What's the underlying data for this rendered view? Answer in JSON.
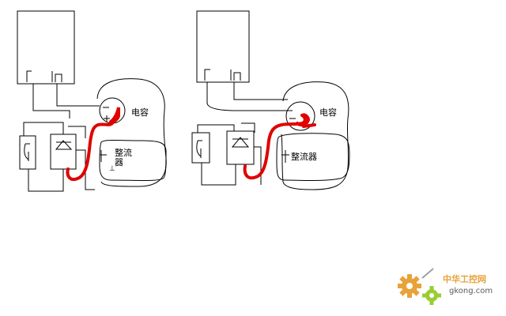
{
  "diagrams": [
    {
      "id": "diagram-1",
      "capacitor_label": "电容",
      "rectifier_label_line1": "整流",
      "rectifier_label_line2": "器",
      "red_mark": "1"
    },
    {
      "id": "diagram-2",
      "capacitor_label": "电容",
      "rectifier_label": "整流器",
      "red_mark": "2"
    }
  ],
  "watermark": {
    "site_cn": "中华工控网",
    "site_en": "gkong.com",
    "logo_icon": "gear-icon",
    "colors": {
      "gear_orange": "#e8a23a",
      "gear_green": "#9acd32"
    }
  },
  "colors": {
    "ink": "#000000",
    "red_wire": "#e00000",
    "background": "#ffffff"
  }
}
